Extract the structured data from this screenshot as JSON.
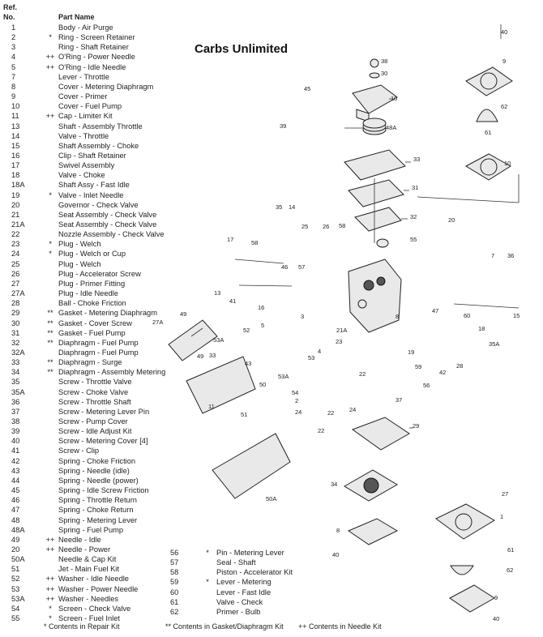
{
  "header": {
    "ref_label": "Ref.",
    "no_label": "No.",
    "part_label": "Part Name"
  },
  "brand": "Carbs Unlimited",
  "parts_col1": [
    {
      "no": "1",
      "mark": "",
      "name": "Body - Air Purge"
    },
    {
      "no": "2",
      "mark": "*",
      "name": "Ring - Screen Retainer"
    },
    {
      "no": "3",
      "mark": "",
      "name": "Ring - Shaft Retainer"
    },
    {
      "no": "4",
      "mark": "++",
      "name": "O'Ring - Power Needle"
    },
    {
      "no": "5",
      "mark": "++",
      "name": "O'Ring - Idle Needle"
    },
    {
      "no": "7",
      "mark": "",
      "name": "Lever - Throttle"
    },
    {
      "no": "8",
      "mark": "",
      "name": "Cover - Metering Diaphragm"
    },
    {
      "no": "9",
      "mark": "",
      "name": "Cover - Primer"
    },
    {
      "no": "10",
      "mark": "",
      "name": "Cover - Fuel Pump"
    },
    {
      "no": "11",
      "mark": "++",
      "name": "Cap - Limiter Kit"
    },
    {
      "no": "13",
      "mark": "",
      "name": "Shaft - Assembly Throttle"
    },
    {
      "no": "14",
      "mark": "",
      "name": "Valve - Throttle"
    },
    {
      "no": "15",
      "mark": "",
      "name": "Shaft Assembly - Choke"
    },
    {
      "no": "16",
      "mark": "",
      "name": "Clip - Shaft Retainer"
    },
    {
      "no": "17",
      "mark": "",
      "name": "Swivel Assembly"
    },
    {
      "no": "18",
      "mark": "",
      "name": "Valve - Choke"
    },
    {
      "no": "18A",
      "mark": "",
      "name": "Shaft Assy - Fast Idle"
    },
    {
      "no": "19",
      "mark": "*",
      "name": "Valve - Inlet Needle"
    },
    {
      "no": "20",
      "mark": "",
      "name": "Governor - Check Valve"
    },
    {
      "no": "21",
      "mark": "",
      "name": "Seat Assembly - Check Valve"
    },
    {
      "no": "21A",
      "mark": "",
      "name": "Seat Assembly - Check Valve"
    },
    {
      "no": "22",
      "mark": "",
      "name": "Nozzle Assembly - Check Valve"
    },
    {
      "no": "23",
      "mark": "*",
      "name": "Plug - Welch"
    },
    {
      "no": "24",
      "mark": "*",
      "name": "Plug - Welch or Cup"
    },
    {
      "no": "25",
      "mark": "",
      "name": "Plug - Welch"
    },
    {
      "no": "26",
      "mark": "",
      "name": "Plug - Accelerator Screw"
    },
    {
      "no": "27",
      "mark": "",
      "name": "Plug - Primer Fitting"
    },
    {
      "no": "27A",
      "mark": "",
      "name": "Plug - Idle Needle"
    },
    {
      "no": "28",
      "mark": "",
      "name": "Ball - Choke Friction"
    },
    {
      "no": "29",
      "mark": "**",
      "name": "Gasket - Metering Diaphragm"
    },
    {
      "no": "30",
      "mark": "**",
      "name": "Gasket - Cover Screw"
    },
    {
      "no": "31",
      "mark": "**",
      "name": "Gasket - Fuel Pump"
    },
    {
      "no": "32",
      "mark": "**",
      "name": "Diaphragm - Fuel Pump"
    },
    {
      "no": "32A",
      "mark": "",
      "name": "Diaphragm - Fuel Pump"
    },
    {
      "no": "33",
      "mark": "**",
      "name": "Diaphragm - Surge"
    },
    {
      "no": "34",
      "mark": "**",
      "name": "Diaphragm - Assembly Metering"
    },
    {
      "no": "35",
      "mark": "",
      "name": "Screw - Throttle Valve"
    },
    {
      "no": "35A",
      "mark": "",
      "name": "Screw - Choke Valve"
    },
    {
      "no": "36",
      "mark": "",
      "name": "Screw - Throttle Shaft"
    },
    {
      "no": "37",
      "mark": "",
      "name": "Screw - Metering Lever Pin"
    },
    {
      "no": "38",
      "mark": "",
      "name": "Screw - Pump Cover"
    },
    {
      "no": "39",
      "mark": "",
      "name": "Screw - Idle Adjust Kit"
    },
    {
      "no": "40",
      "mark": "",
      "name": "Screw - Metering Cover    [4]"
    },
    {
      "no": "41",
      "mark": "",
      "name": "Screw - Clip"
    },
    {
      "no": "42",
      "mark": "",
      "name": "Spring - Choke Friction"
    },
    {
      "no": "43",
      "mark": "",
      "name": "Spring - Needle (idle)"
    },
    {
      "no": "44",
      "mark": "",
      "name": "Spring - Needle (power)"
    },
    {
      "no": "45",
      "mark": "",
      "name": "Spring - Idle Screw Friction"
    },
    {
      "no": "46",
      "mark": "",
      "name": "Spring - Throttle Return"
    },
    {
      "no": "47",
      "mark": "",
      "name": "Spring - Choke Return"
    },
    {
      "no": "48",
      "mark": "",
      "name": "Spring - Metering Lever"
    },
    {
      "no": "48A",
      "mark": "",
      "name": "Spring - Fuel Pump"
    },
    {
      "no": "49",
      "mark": "++",
      "name": "Needle - Idle"
    },
    {
      "no": "20",
      "mark": "++",
      "name": "Needle - Power"
    },
    {
      "no": "50A",
      "mark": "",
      "name": "Needle & Cap Kit"
    },
    {
      "no": "51",
      "mark": "",
      "name": "Jet - Main Fuel Kit"
    },
    {
      "no": "52",
      "mark": "++",
      "name": "Washer - Idle Needle"
    },
    {
      "no": "53",
      "mark": "++",
      "name": "Washer - Power Needle"
    },
    {
      "no": "53A",
      "mark": "++",
      "name": "Washer - Needles"
    },
    {
      "no": "54",
      "mark": "*",
      "name": "Screen - Check Valve"
    },
    {
      "no": "55",
      "mark": "*",
      "name": "Screen - Fuel Inlet"
    }
  ],
  "parts_col2": [
    {
      "no": "56",
      "mark": "*",
      "name": "Pin - Metering Lever"
    },
    {
      "no": "57",
      "mark": "",
      "name": "Seal - Shaft"
    },
    {
      "no": "58",
      "mark": "",
      "name": "Piston - Accelerator Kit"
    },
    {
      "no": "59",
      "mark": "*",
      "name": "Lever - Metering"
    },
    {
      "no": "60",
      "mark": "",
      "name": "Lever - Fast Idle"
    },
    {
      "no": "61",
      "mark": "",
      "name": "Valve - Check"
    },
    {
      "no": "62",
      "mark": "",
      "name": "Primer - Bulb"
    }
  ],
  "footer": {
    "repair": "*   Contents in Repair Kit",
    "gasket": "** Contents in Gasket/Diaphragm Kit",
    "needle": "++ Contents in Needle Kit"
  },
  "callouts": [
    "40",
    "9",
    "38",
    "30",
    "10",
    "45",
    "62",
    "61",
    "39",
    "48A",
    "10",
    "33",
    "31",
    "32",
    "35",
    "14",
    "25",
    "26",
    "58",
    "20",
    "55",
    "17",
    "58",
    "46",
    "57",
    "7",
    "36",
    "13",
    "41",
    "16",
    "3",
    "47",
    "60",
    "15",
    "49",
    "27A",
    "5",
    "52",
    "53A",
    "4",
    "43",
    "53",
    "21A",
    "23",
    "8",
    "18",
    "42",
    "28",
    "35A",
    "33",
    "19",
    "49",
    "50",
    "53A",
    "22",
    "59",
    "56",
    "11",
    "54",
    "2",
    "24",
    "22",
    "37",
    "51",
    "22",
    "24",
    "29",
    "34",
    "27",
    "1",
    "50A",
    "8",
    "40",
    "61",
    "62",
    "9",
    "40"
  ]
}
